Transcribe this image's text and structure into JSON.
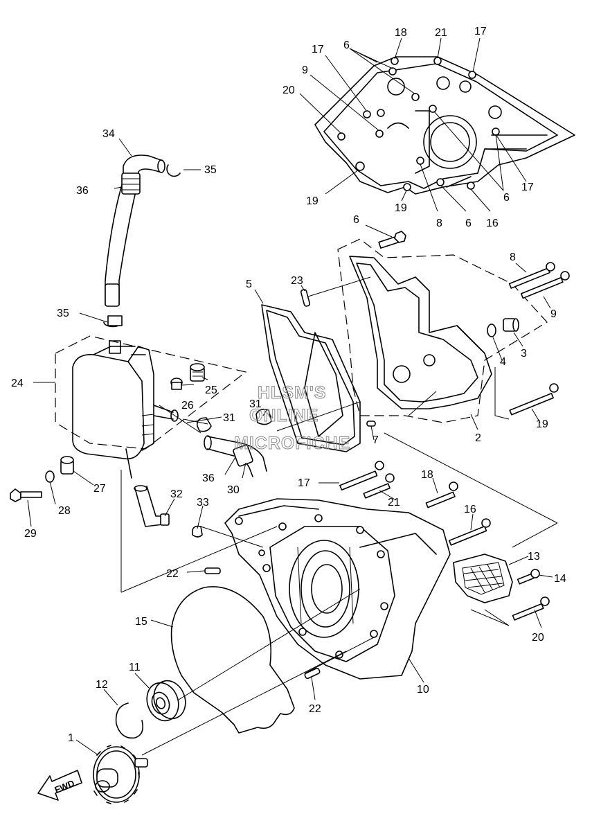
{
  "watermark": {
    "lines": [
      "HLSM'S",
      "ONLINE",
      "MICROFICHE"
    ]
  },
  "fwd_label": "FWD",
  "callouts": [
    {
      "id": "c18a",
      "text": "18"
    },
    {
      "id": "c21a",
      "text": "21"
    },
    {
      "id": "c17a",
      "text": "17"
    },
    {
      "id": "c6a",
      "text": "6"
    },
    {
      "id": "c17b",
      "text": "17"
    },
    {
      "id": "c9a",
      "text": "9"
    },
    {
      "id": "c20a",
      "text": "20"
    },
    {
      "id": "c19a",
      "text": "19"
    },
    {
      "id": "c19b",
      "text": "19"
    },
    {
      "id": "c8a",
      "text": "8"
    },
    {
      "id": "c6b",
      "text": "6"
    },
    {
      "id": "c16a",
      "text": "16"
    },
    {
      "id": "c6c",
      "text": "6"
    },
    {
      "id": "c17c",
      "text": "17"
    },
    {
      "id": "c34",
      "text": "34"
    },
    {
      "id": "c35a",
      "text": "35"
    },
    {
      "id": "c36a",
      "text": "36"
    },
    {
      "id": "c35b",
      "text": "35"
    },
    {
      "id": "c24",
      "text": "24"
    },
    {
      "id": "c26",
      "text": "26"
    },
    {
      "id": "c25",
      "text": "25"
    },
    {
      "id": "c31a",
      "text": "31"
    },
    {
      "id": "c31b",
      "text": "31"
    },
    {
      "id": "c36b",
      "text": "36"
    },
    {
      "id": "c30",
      "text": "30"
    },
    {
      "id": "c27",
      "text": "27"
    },
    {
      "id": "c28",
      "text": "28"
    },
    {
      "id": "c29",
      "text": "29"
    },
    {
      "id": "c32",
      "text": "32"
    },
    {
      "id": "c33",
      "text": "33"
    },
    {
      "id": "c22a",
      "text": "22"
    },
    {
      "id": "c6d",
      "text": "6"
    },
    {
      "id": "c5",
      "text": "5"
    },
    {
      "id": "c23",
      "text": "23"
    },
    {
      "id": "c8b",
      "text": "8"
    },
    {
      "id": "c9b",
      "text": "9"
    },
    {
      "id": "c4",
      "text": "4"
    },
    {
      "id": "c3",
      "text": "3"
    },
    {
      "id": "c19c",
      "text": "19"
    },
    {
      "id": "c2",
      "text": "2"
    },
    {
      "id": "c7",
      "text": "7"
    },
    {
      "id": "c17d",
      "text": "17"
    },
    {
      "id": "c21b",
      "text": "21"
    },
    {
      "id": "c18b",
      "text": "18"
    },
    {
      "id": "c16b",
      "text": "16"
    },
    {
      "id": "c13",
      "text": "13"
    },
    {
      "id": "c14",
      "text": "14"
    },
    {
      "id": "c20b",
      "text": "20"
    },
    {
      "id": "c10",
      "text": "10"
    },
    {
      "id": "c22b",
      "text": "22"
    },
    {
      "id": "c15",
      "text": "15"
    },
    {
      "id": "c11",
      "text": "11"
    },
    {
      "id": "c12",
      "text": "12"
    },
    {
      "id": "c1",
      "text": "1"
    }
  ]
}
